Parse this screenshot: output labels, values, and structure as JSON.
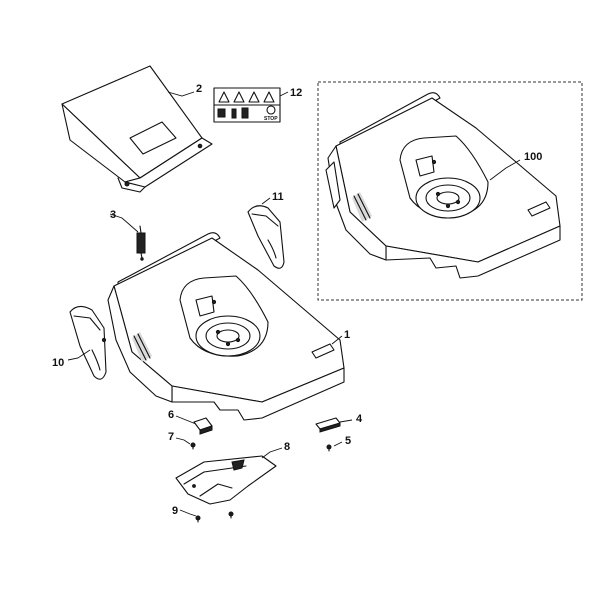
{
  "callouts": [
    {
      "id": "c1",
      "text": "1"
    },
    {
      "id": "c2",
      "text": "2"
    },
    {
      "id": "c3",
      "text": "3"
    },
    {
      "id": "c4",
      "text": "4"
    },
    {
      "id": "c5",
      "text": "5"
    },
    {
      "id": "c6",
      "text": "6"
    },
    {
      "id": "c7",
      "text": "7"
    },
    {
      "id": "c8",
      "text": "8"
    },
    {
      "id": "c9",
      "text": "9"
    },
    {
      "id": "c10",
      "text": "10"
    },
    {
      "id": "c11",
      "text": "11"
    },
    {
      "id": "c12",
      "text": "12"
    },
    {
      "id": "c100",
      "text": "100"
    }
  ],
  "decal": {
    "stop_text": "STOP"
  }
}
